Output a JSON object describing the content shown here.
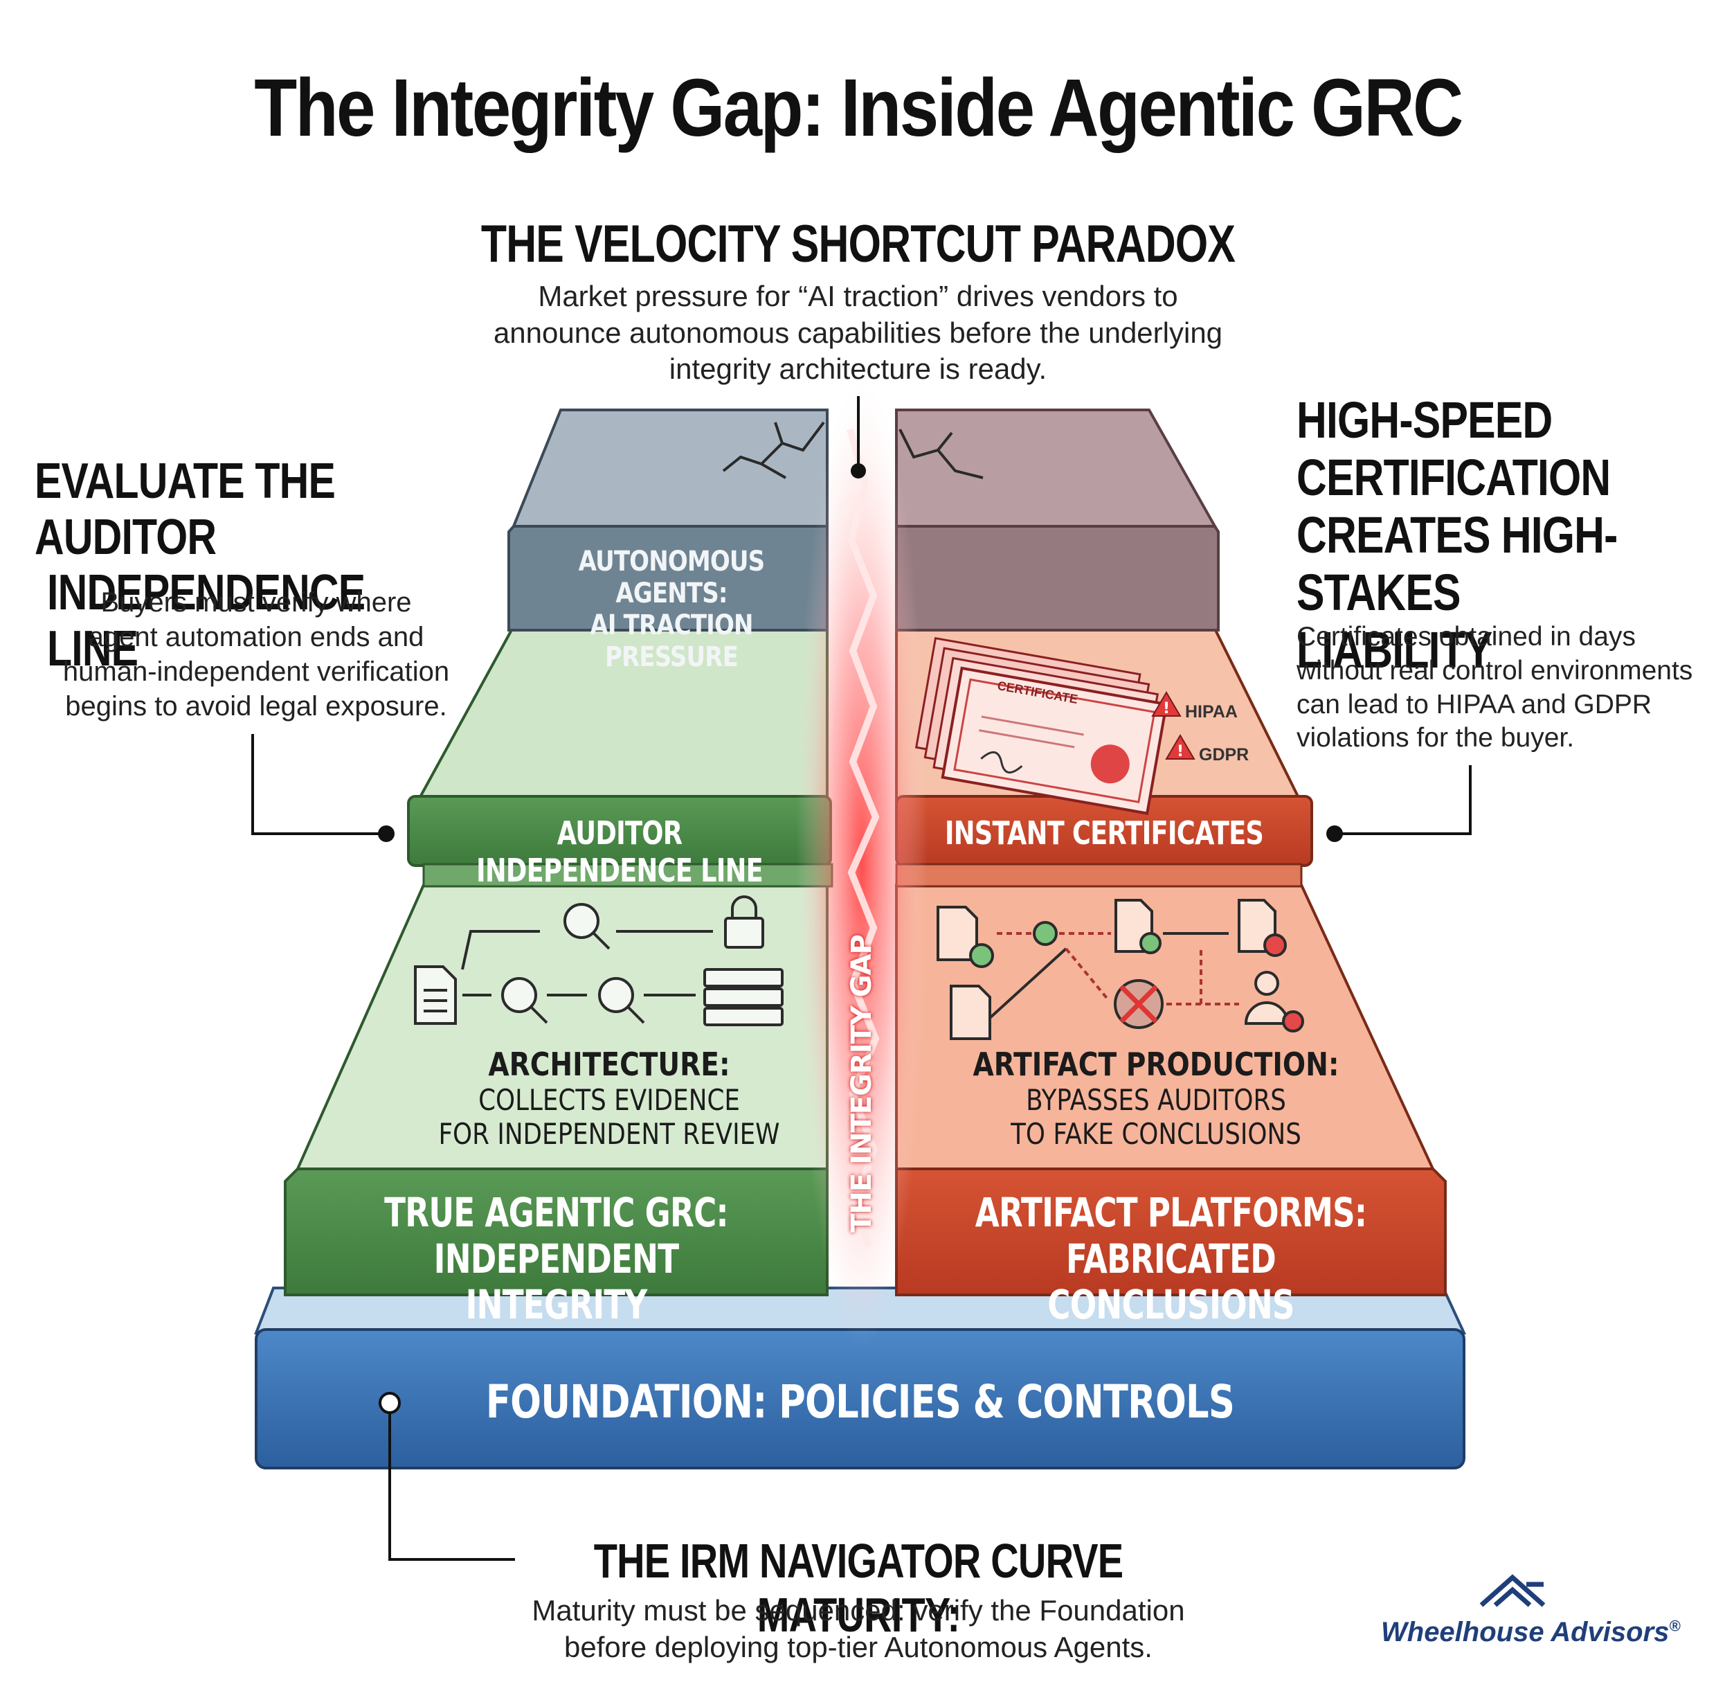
{
  "title": "The Integrity Gap: Inside Agentic GRC",
  "velocity": {
    "heading": "THE VELOCITY SHORTCUT PARADOX",
    "line1": "Market pressure for “AI traction” drives vendors to",
    "line2": "announce autonomous capabilities before the underlying",
    "line3": "integrity architecture is ready."
  },
  "auditor_callout": {
    "heading1": "EVALUATE THE AUDITOR",
    "heading2": "INDEPENDENCE LINE",
    "line1": "Buyers must verify where",
    "line2": "agent automation ends and",
    "line3": "human-independent verification",
    "line4": "begins to avoid legal exposure."
  },
  "certification_callout": {
    "heading1": "HIGH-SPEED",
    "heading2": "CERTIFICATION",
    "heading3": "CREATES HIGH-STAKES",
    "heading4": "LIABILITY",
    "line1": "Certificates obtained in days",
    "line2": "without real control environments",
    "line3": "can lead to HIPAA and GDPR",
    "line4": "violations for the buyer."
  },
  "tiers": {
    "top_line1": "AUTONOMOUS AGENTS:",
    "top_line2": "AI TRACTION PRESSURE",
    "auditor_band": "AUDITOR INDEPENDENCE LINE",
    "instant_band": "INSTANT CERTIFICATES",
    "cert_warnings": [
      "HIPAA",
      "GDPR"
    ],
    "cert_doc_title": "CERTIFICATE",
    "architecture_head": "ARCHITECTURE:",
    "architecture_line1": "COLLECTS EVIDENCE",
    "architecture_line2": "FOR INDEPENDENT REVIEW",
    "artifact_head": "ARTIFACT PRODUCTION:",
    "artifact_line1": "BYPASSES AUDITORS",
    "artifact_line2": "TO FAKE CONCLUSIONS",
    "true_line1": "TRUE AGENTIC GRC:",
    "true_line2": "INDEPENDENT INTEGRITY",
    "platform_line1": "ARTIFACT PLATFORMS:",
    "platform_line2": "FABRICATED CONCLUSIONS",
    "gap_label": "THE INTEGRITY GAP",
    "foundation": "FOUNDATION: POLICIES & CONTROLS"
  },
  "irm": {
    "heading": "THE IRM NAVIGATOR CURVE MATURITY:",
    "line1": "Maturity must be sequenced: verify the Foundation",
    "line2": "before deploying top-tier Autonomous Agents."
  },
  "brand": {
    "name": "Wheelhouse Advisors",
    "mark": "®"
  },
  "colors": {
    "green": "#4a8a48",
    "green_light": "#d6ead0",
    "red": "#c9452c",
    "salmon": "#f6b49a",
    "gray_blue": "#9fb0bd",
    "mauve": "#b39a9f",
    "blue": "#3a74b4",
    "gap_red": "#ff4a4a",
    "brand_blue": "#1f3f7a"
  }
}
